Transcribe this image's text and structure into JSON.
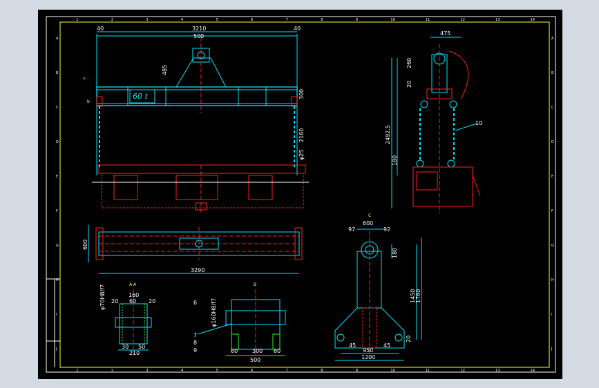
{
  "colors": {
    "cyan": "#00e5ff",
    "red": "#ff2020",
    "green": "#20ff20",
    "yellow": "#ffff40",
    "white": "#ffffff",
    "magenta": "#ff40ff",
    "background": "#000000",
    "workspace": "#d4dbe3"
  },
  "frame": {
    "top_ticks": [
      "1",
      "2",
      "3",
      "4",
      "5",
      "6",
      "7",
      "8",
      "9",
      "10",
      "11",
      "12",
      "13",
      "14"
    ],
    "bottom_ticks": [
      "1",
      "2",
      "3",
      "4",
      "5",
      "6",
      "7",
      "8",
      "9",
      "10",
      "11",
      "12",
      "13",
      "14"
    ],
    "left_ticks": [
      "A",
      "B",
      "C",
      "D",
      "E",
      "F",
      "G",
      "H",
      "I",
      "J"
    ],
    "right_ticks": [
      "A",
      "B",
      "C",
      "D",
      "E",
      "F",
      "G",
      "H",
      "I",
      "J"
    ]
  },
  "front_view": {
    "beam_label": "60 t",
    "dim_top_total": "3210",
    "dim_left_edge": "40",
    "dim_right_edge": "40",
    "dim_lug_width": "500",
    "dim_lug_height": "485",
    "dim_beam_height": "300",
    "dim_chain_length": "2160",
    "dim_chain_dia": "φ25"
  },
  "side_view": {
    "dim_top_width": "475",
    "dim_hook_top": "260",
    "dim_shackle": "20",
    "dim_total_height": "2492.5",
    "dim_lower": "180",
    "callout": "10"
  },
  "plan_view": {
    "dim_width": "600",
    "dim_length": "3290"
  },
  "detail_a": {
    "section_mark": "A-A",
    "dim_pin": "φ70H8/f7",
    "dim_top_width": "160",
    "dim_inner": "60",
    "dim_side_left": "20",
    "dim_side_right": "20",
    "dim_bot_left": "30",
    "dim_bot_right": "50",
    "dim_bot_total": "210"
  },
  "detail_b": {
    "section_mark": "B",
    "dim_pin": "φ160H8/f7",
    "callout_6": "6",
    "callout_7": "7",
    "callout_8": "8",
    "callout_9": "9",
    "dim_left": "60",
    "dim_mid": "300",
    "dim_right": "60",
    "dim_total": "500"
  },
  "lug_view": {
    "section_mark": "C",
    "dim_top": "600",
    "dim_top_left": "97",
    "dim_top_right": "92",
    "dim_eye": "180",
    "dim_h1": "1450",
    "dim_h2": "1760",
    "dim_base_left": "45",
    "dim_base_right": "45",
    "dim_base_inner": "950",
    "dim_base_total": "1200",
    "dim_base_h": "20"
  }
}
